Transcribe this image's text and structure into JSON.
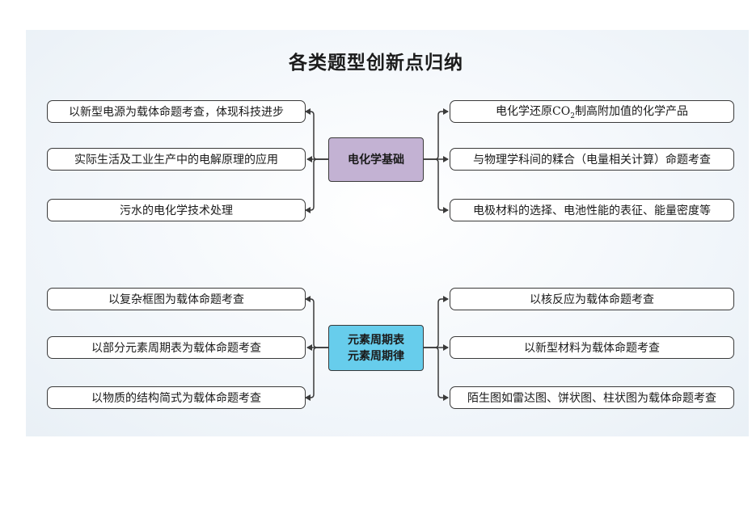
{
  "title": "各类题型创新点归纳",
  "group1": {
    "center": "电化学基础",
    "left": [
      "以新型电源为载体命题考查，体现科技进步",
      "实际生活及工业生产中的电解原理的应用",
      "污水的电化学技术处理"
    ],
    "right": [
      {
        "pre": "电化学还原CO",
        "sub": "2",
        "post": "制高附加值的化学产品"
      },
      "与物理学科间的糅合（电量相关计算）命题考查",
      "电极材料的选择、电池性能的表征、能量密度等"
    ]
  },
  "group2": {
    "center_line1": "元素周期表",
    "center_line2": "元素周期律",
    "left": [
      "以复杂框图为载体命题考查",
      "以部分元素周期表为载体命题考查",
      "以物质的结构简式为载体命题考查"
    ],
    "right": [
      "以核反应为载体命题考查",
      "以新型材料为载体命题考查",
      "陌生图如雷达图、饼状图、柱状图为载体命题考查"
    ]
  },
  "colors": {
    "center1_fill": "#c3b2d3",
    "center2_fill": "#67cdec",
    "line": "#3a3a3a"
  }
}
